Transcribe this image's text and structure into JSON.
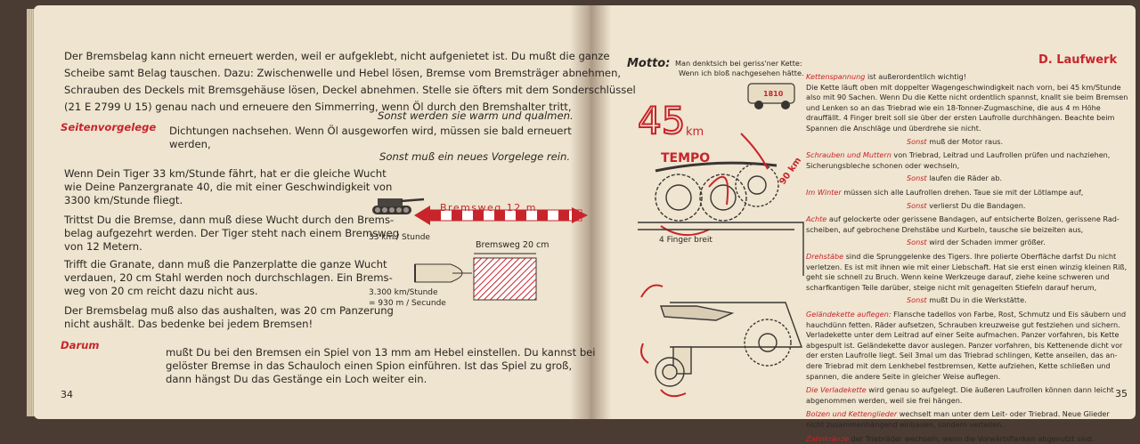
{
  "left_page": {
    "paragraph1": [
      "Der Bremsbelag kann nicht erneuert werden, weil er aufgeklebt, nicht aufgenietet ist. Du mußt die ganze",
      "Scheibe samt Belag tauschen. Dazu: Zwischenwelle und Hebel lösen, Bremse vom Bremsträger abnehmen,",
      "Schrauben des Deckels mit Bremsgehäuse lösen, Deckel abnehmen. Stelle sie öfters mit dem Sonderschlüssel",
      "(21 E 2799 U 15) genau nach und erneuere den Simmerring, wenn Öl durch den Bremshalter tritt,"
    ],
    "sonst1": "Sonst werden sie warm und qualmen.",
    "seitenvorgelege_label": "Seitenvorgelege",
    "seitenvorgelege_text": [
      "Dichtungen nachsehen. Wenn Öl ausgeworfen wird, müssen sie bald erneuert",
      "werden,"
    ],
    "sonst2": "Sonst muß ein neues Vorgelege rein.",
    "para_tiger": [
      "Wenn Dein Tiger 33 km/Stunde fährt, hat er die gleiche Wucht",
      "wie Deine Panzergranate 40, die mit einer Geschwindigkeit von",
      "3300 km/Stunde fliegt."
    ],
    "para_bremse": [
      "Trittst Du die Bremse, dann muß diese Wucht durch den Brems-",
      "belag aufgezehrt werden. Der Tiger steht nach einem Bremsweg",
      "von 12 Metern."
    ],
    "para_granate": [
      "Trifft die Granate, dann muß die Panzerplatte die ganze Wucht",
      "verdauen, 20 cm Stahl werden noch durchschlagen. Ein Brems-",
      "weg von 20 cm reicht dazu nicht aus."
    ],
    "para_aushalten": [
      "Der Bremsbelag muß also das aushalten, was 20 cm Panzerung",
      "nicht aushält. Das bedenke bei jedem Bremsen!"
    ],
    "darum_label": "Darum",
    "darum_text": [
      "mußt Du bei den Bremsen ein Spiel von 13 mm am Hebel einstellen.   Du kannst bei",
      "gelöster Bremse in das Schauloch einen Spion einführen.   Ist das Spiel zu groß,",
      "dann hängst Du das Gestänge ein Loch weiter ein."
    ],
    "diagram": {
      "bremsweg_12": "Bremsweg     12 m",
      "speed_tiger": "33 km / Stunde",
      "bremsweg_20": "Bremsweg 20 cm",
      "speed_shell_1": "3.300 km/Stunde",
      "speed_shell_2": "=   930 m / Secunde"
    },
    "page_number": "34"
  },
  "right_page": {
    "motto_label": "Motto:",
    "motto_text": [
      "Man denktsich bei geriss'ner Kette:",
      "Wenn ich bloß nachgesehen hätte."
    ],
    "heading": "D. Laufwerk",
    "lines": [
      {
        "red": "Kettenspannung",
        "text": " ist außerordentlich wichtig!"
      },
      {
        "red": "",
        "text": "Die Kette läuft oben mit doppelter Wagengeschwindigkeit nach vorn, bei 45 km/Stunde"
      },
      {
        "red": "",
        "text": "also mit 90 Sachen. Wenn Du die Kette nicht ordentlich spannst, knallt sie beim Bremsen"
      },
      {
        "red": "",
        "text": "und Lenken so an das Triebrad wie ein 18-Tonner-Zugmaschine, die aus 4 m Höhe"
      },
      {
        "red": "",
        "text": "drauffällt. 4 Finger breit soll sie über der ersten Laufrolle durchhängen. Beachte beim"
      },
      {
        "red": "",
        "text": "Spannen die Anschläge und überdrehe sie nicht."
      }
    ],
    "sonst_a": "muß der Motor raus.",
    "schrauben": [
      {
        "red": "Schrauben und Muttern",
        "text": " von Triebrad, Leitrad und Laufrollen prüfen und nachziehen,"
      },
      {
        "red": "",
        "text": "Sicherungsbleche schonen oder wechseln,"
      }
    ],
    "sonst_b": "laufen die Räder ab.",
    "winter": {
      "red": "Im Winter",
      "text": " müssen sich alle Laufrollen drehen. Taue sie mit der Lötlampe auf,"
    },
    "sonst_c": "verlierst Du die Bandagen.",
    "achte": [
      {
        "red": "Achte",
        "text": " auf gelockerte oder gerissene Bandagen, auf entsicherte Bolzen, gerissene Rad-"
      },
      {
        "red": "",
        "text": "scheiben, auf gebrochene Drehstäbe und Kurbeln, tausche sie beizeiten aus,"
      }
    ],
    "sonst_d": "wird der Schaden immer größer.",
    "drehstaebe": [
      {
        "red": "Drehstäbe",
        "text": " sind die Sprunggelenke des Tigers. Ihre polierte Oberfläche darfst Du nicht"
      },
      {
        "red": "",
        "text": "verletzen. Es ist mit ihnen wie mit einer Liebschaft. Hat sie erst einen winzig kleinen Riß,"
      },
      {
        "red": "",
        "text": "geht sie schnell zu Bruch. Wenn keine Werkzeuge darauf, ziehe keine schweren und"
      },
      {
        "red": "",
        "text": "scharfkantigen Teile darüber, steige nicht mit genagelten Stiefeln darauf herum,"
      }
    ],
    "sonst_e": "mußt Du in die Werkstätte.",
    "gelaendekette": [
      {
        "red": "Geländekette auflegen:",
        "text": " Flansche tadellos von Farbe, Rost, Schmutz und Eis säubern und"
      },
      {
        "red": "",
        "text": "hauchdünn fetten. Räder aufsetzen, Schrauben kreuzweise gut festziehen und sichern."
      },
      {
        "red": "",
        "text": "Verladekette unter dem Leitrad auf einer Seite aufmachen. Panzer vorfahren, bis Kette"
      },
      {
        "red": "",
        "text": "abgespult ist. Geländekette davor auslegen. Panzer vorfahren, bis Kettenende dicht vor"
      },
      {
        "red": "",
        "text": "der ersten Laufrolle liegt. Seil 3mal um das Triebrad schlingen, Kette anseilen, das an-"
      },
      {
        "red": "",
        "text": "dere Triebrad mit dem Lenkhebel festbremsen, Kette aufziehen, Kette schließen und"
      },
      {
        "red": "",
        "text": "spannen, die andere Seite in gleicher Weise auflegen."
      }
    ],
    "verladekette": [
      {
        "red": "Die Verladekette",
        "text": " wird genau so aufgelegt. Die äußeren Laufrollen können dann leicht"
      },
      {
        "red": "",
        "text": "abgenommen werden, weil sie frei hängen."
      }
    ],
    "bolzen": [
      {
        "red": "Bolzen und Kettenglieder",
        "text": " wechselt man unter dem Leit- oder Triebrad. Neue Glieder"
      },
      {
        "red": "",
        "text": "nicht zusammenhängend einbauen, sondern verteilen."
      }
    ],
    "zahnkraenze": {
      "red": "Zahnkränze",
      "text": " der Triebräder wechseln, wenn die Vorwärtsflanken abgenutzt sind."
    },
    "sonst_word": "Sonst",
    "illustration": {
      "speed": "45",
      "speed_unit": "km",
      "tempo": "TEMPO",
      "ninety": "90 km",
      "truck_number": "1810",
      "finger": "4 Finger breit"
    },
    "page_number": "35"
  }
}
